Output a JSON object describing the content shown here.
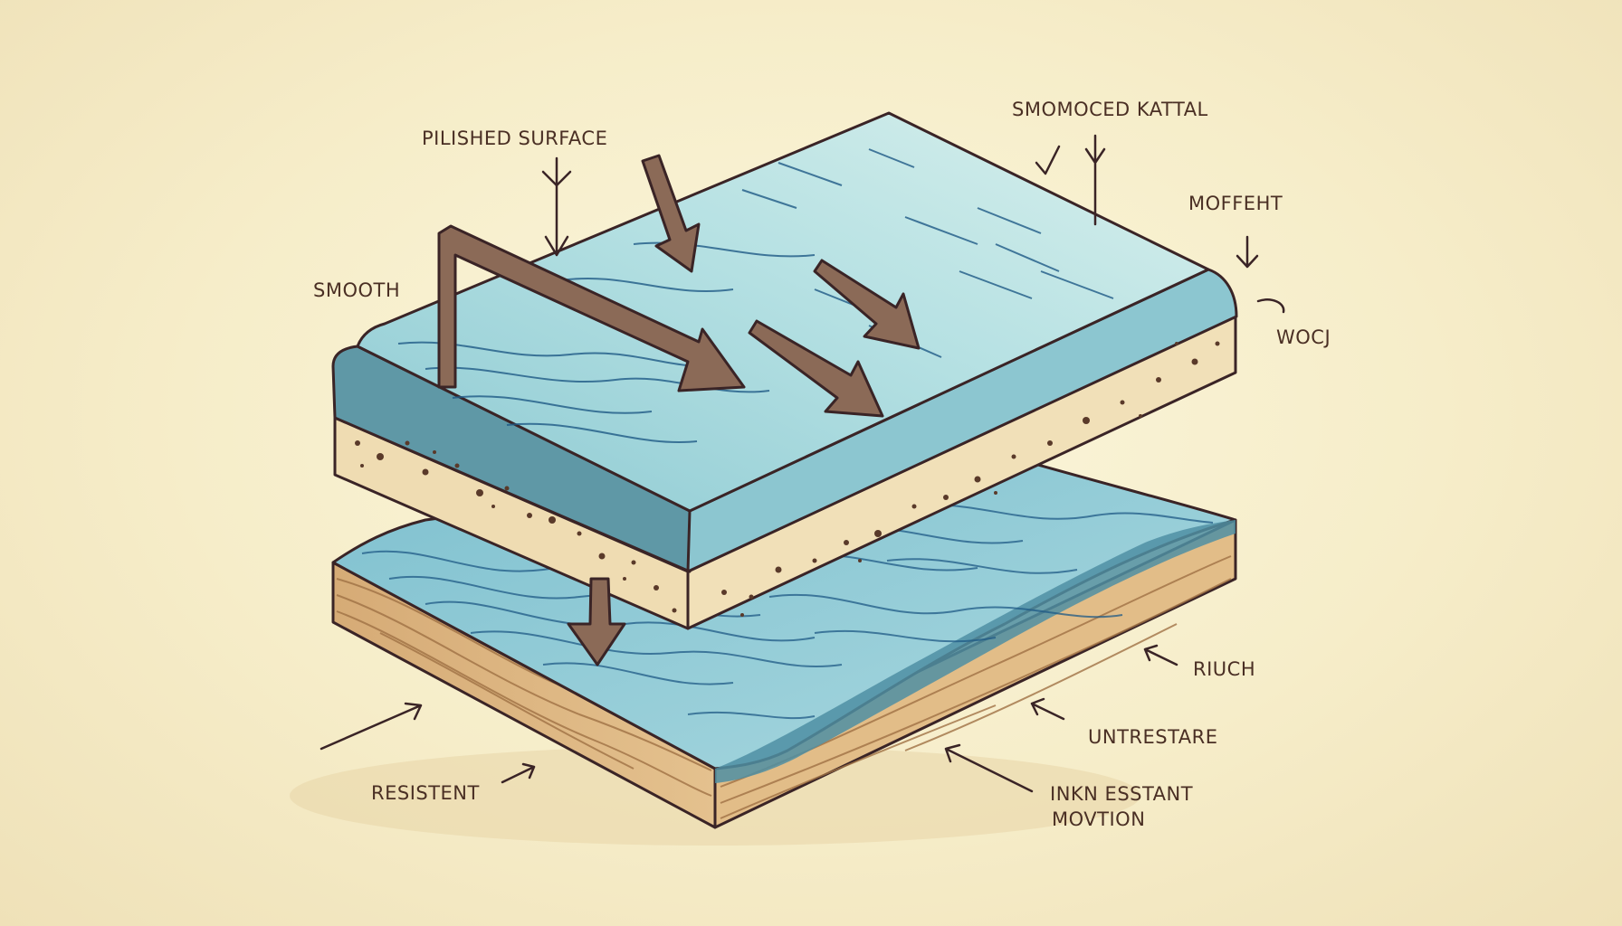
{
  "palette": {
    "background": "#f8f0d2",
    "slab_top": "#a9dbe0",
    "slab_edge": "#5f98a6",
    "core": "#efdcb2",
    "wood": "#d9b27c",
    "ink": "#3a2426",
    "arrow": "#8b6a57"
  },
  "labels": {
    "polished_surface": "PILISHED SURFACE",
    "smomoced_kattal": "SMOMOCED KATTAL",
    "moffeht": "MOFFEHT",
    "smooth": "SMOOTH",
    "wocu": "WOCJ",
    "riuch": "RIUCH",
    "untrestare": "UNTRESTARE",
    "resistent": "RESISTENT",
    "inknessant_1": "INKN ESSTANT",
    "inknessant_2": "MOVTION"
  }
}
